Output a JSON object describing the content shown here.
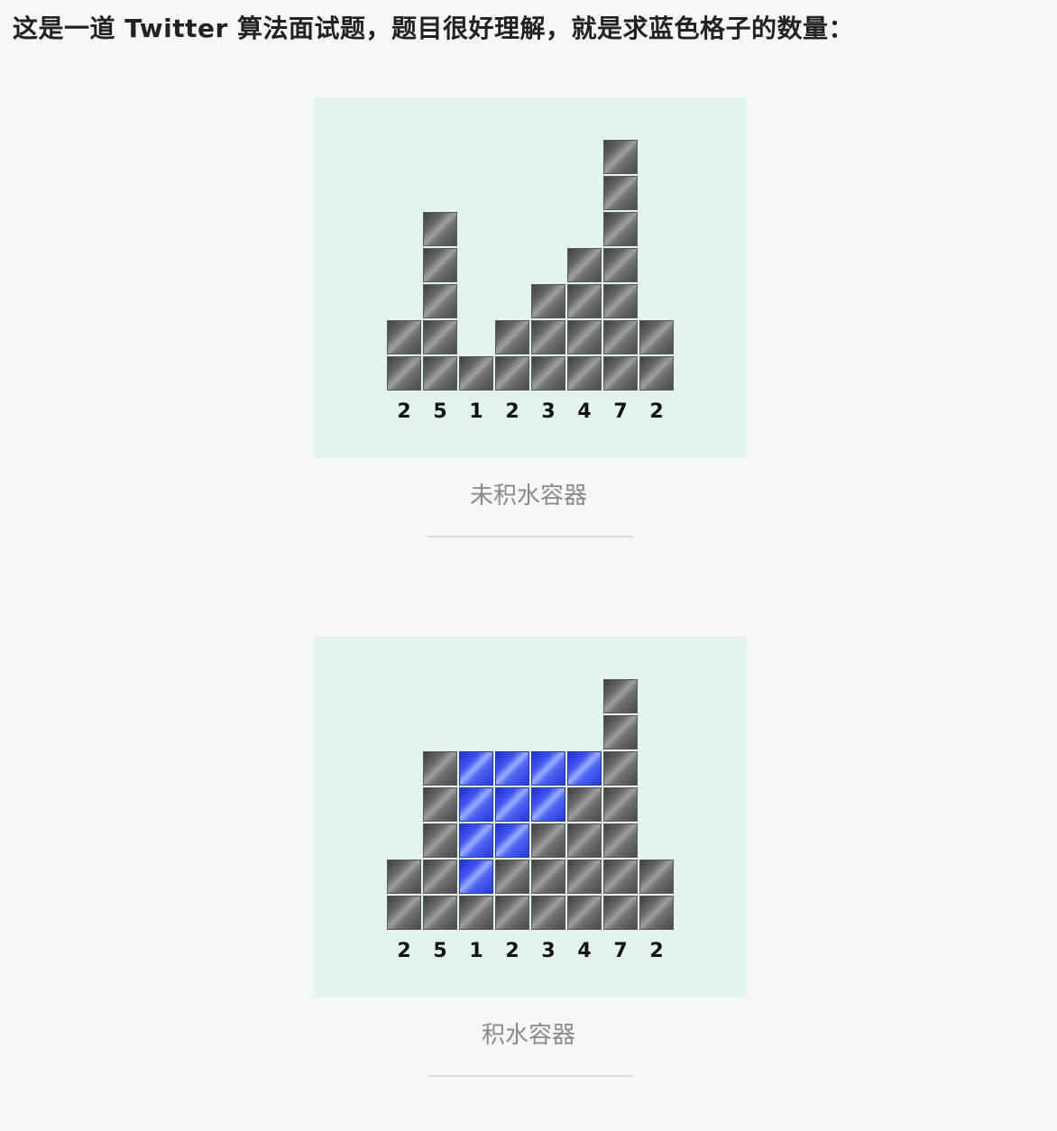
{
  "intro_text": "这是一道 Twitter 算法面试题，题目很好理解，就是求蓝色格子的数量：",
  "figures": [
    {
      "caption": "未积水容器",
      "heights": [
        2,
        5,
        1,
        2,
        3,
        4,
        7,
        2
      ],
      "water": [
        0,
        0,
        0,
        0,
        0,
        0,
        0,
        0
      ],
      "labels": [
        "2",
        "5",
        "1",
        "2",
        "3",
        "4",
        "7",
        "2"
      ]
    },
    {
      "caption": "积水容器",
      "heights": [
        2,
        5,
        1,
        2,
        3,
        4,
        7,
        2
      ],
      "water": [
        0,
        0,
        4,
        3,
        2,
        1,
        0,
        0
      ],
      "labels": [
        "2",
        "5",
        "1",
        "2",
        "3",
        "4",
        "7",
        "2"
      ]
    }
  ],
  "colors": {
    "page_background": "#f7f7f7",
    "panel_background": "#e1f5ec",
    "block": "#6a6a6a",
    "water": "#3f55ee",
    "caption": "#8a8a8a"
  },
  "icons": {
    "block": "grey-block-icon",
    "water": "blue-water-block-icon"
  }
}
